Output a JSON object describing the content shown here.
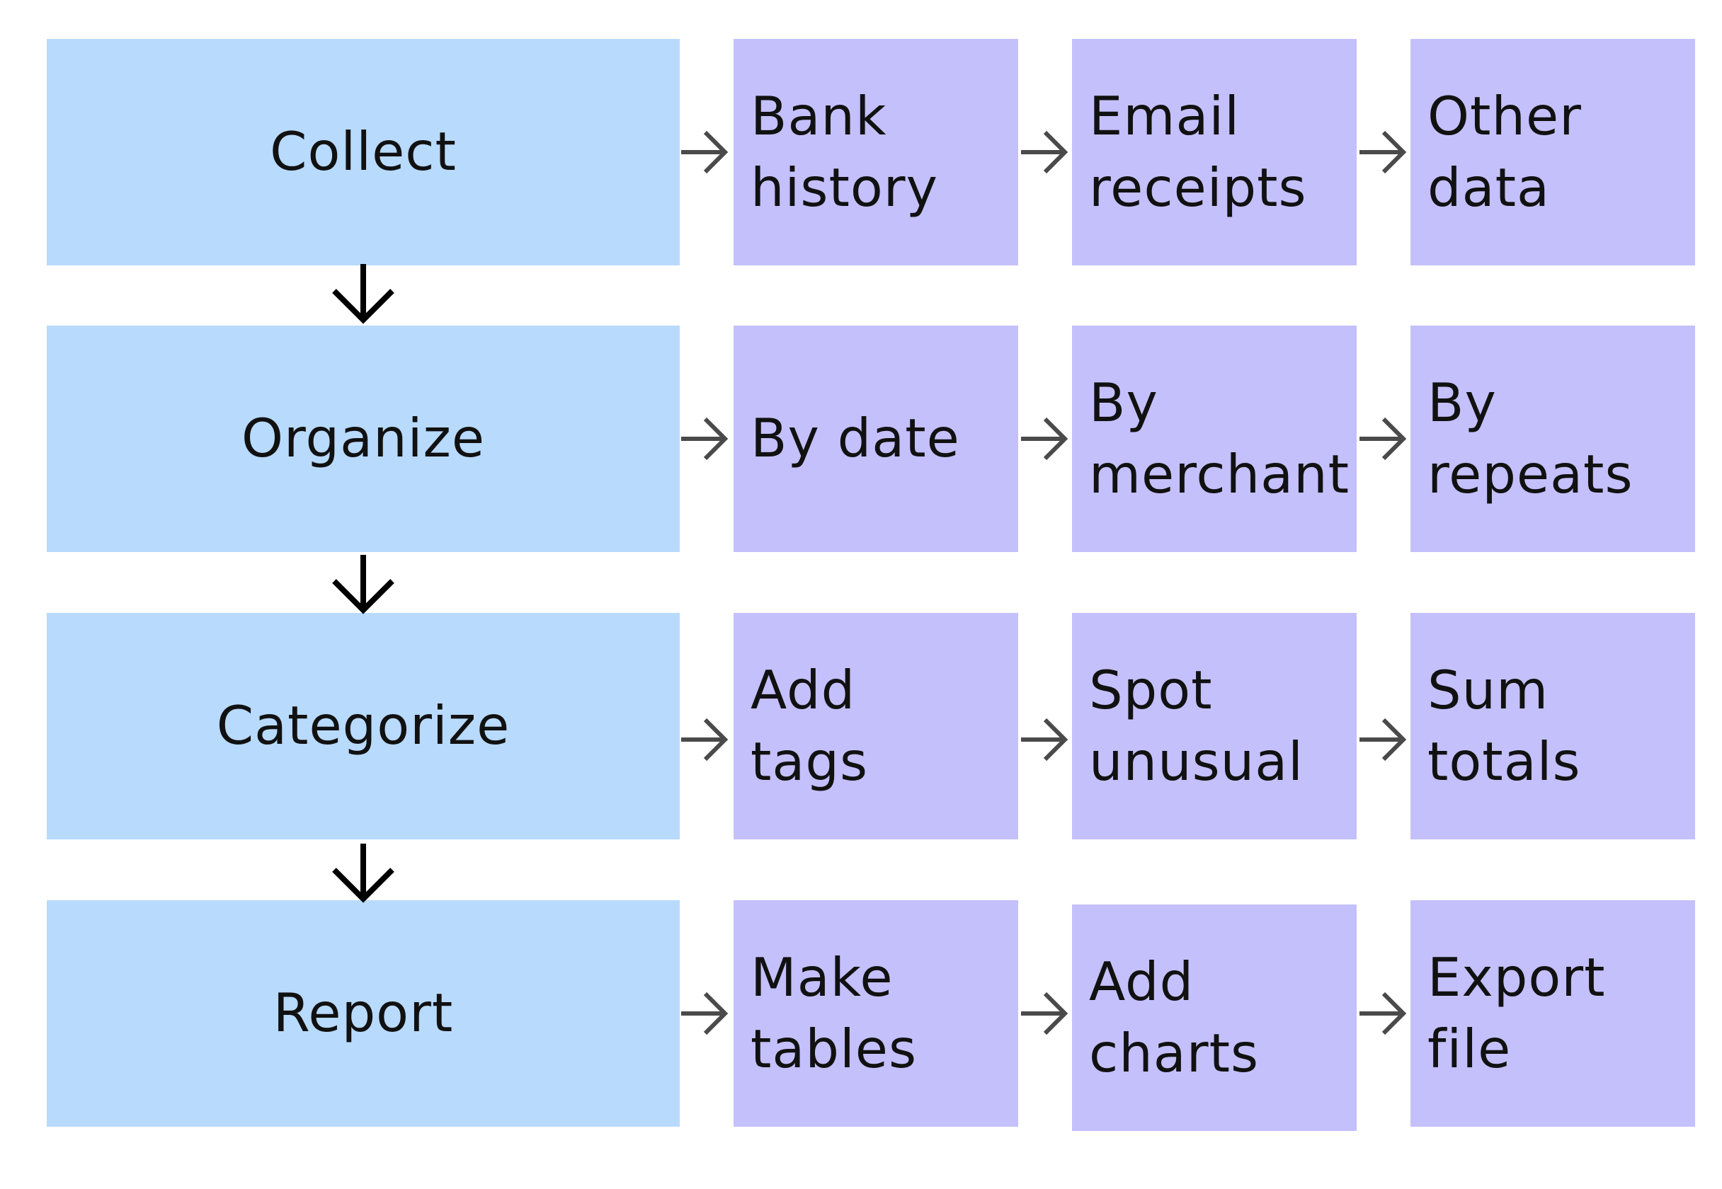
{
  "colors": {
    "stage_fill": "#b8dafd",
    "step_fill": "#c4c0fb",
    "down_arrow": "#000000",
    "right_arrow": "#4a4a4a"
  },
  "rows": [
    {
      "stage": "Collect",
      "steps": [
        "Bank\nhistory",
        "Email\nreceipts",
        "Other\ndata"
      ]
    },
    {
      "stage": "Organize",
      "steps": [
        "By date",
        "By\nmerchant",
        "By\nrepeats"
      ]
    },
    {
      "stage": "Categorize",
      "steps": [
        "Add\ntags",
        "Spot\nunusual",
        "Sum\ntotals"
      ]
    },
    {
      "stage": "Report",
      "steps": [
        "Make\ntables",
        "Add\ncharts",
        "Export\nfile"
      ]
    }
  ]
}
